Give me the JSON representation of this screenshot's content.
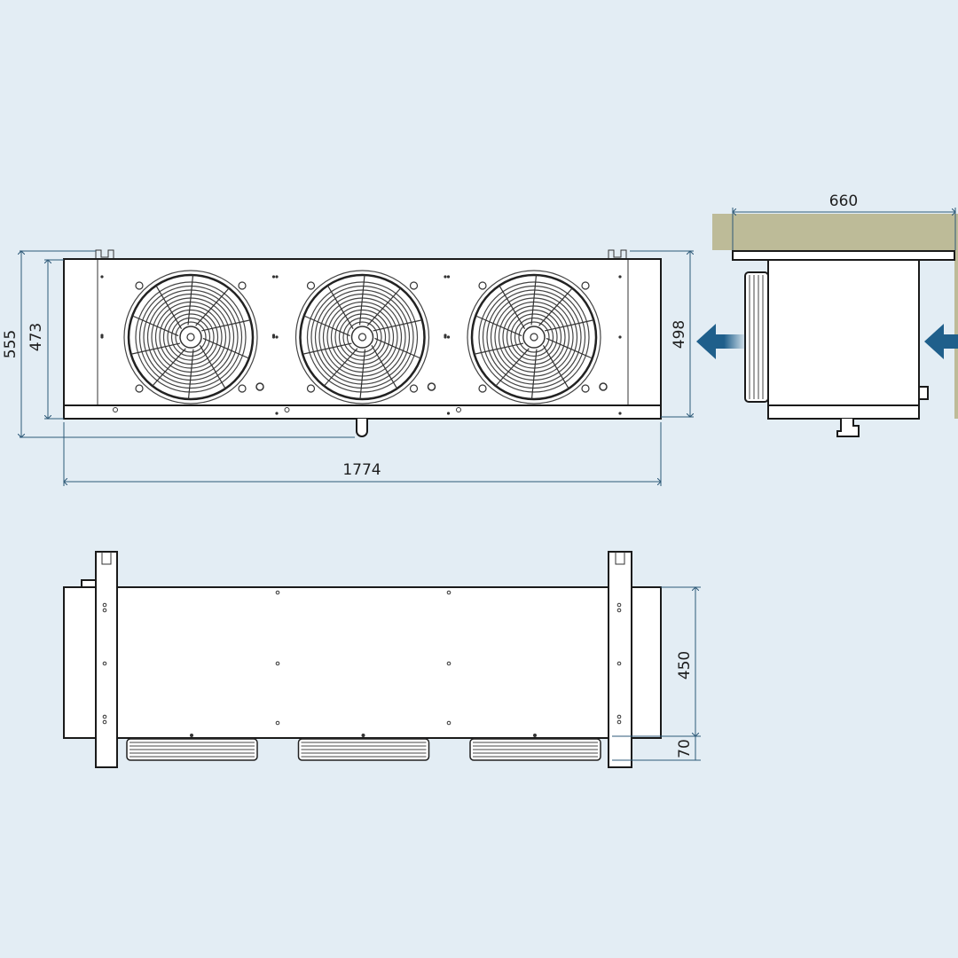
{
  "dimensions": {
    "height_total": "555",
    "height_body": "473",
    "height_side": "498",
    "length": "1774",
    "depth": "660",
    "bottom_depth": "450",
    "fan_protrusion": "70"
  },
  "colors": {
    "background": "#e3edf4",
    "dimension_line": "#2e5a78",
    "ceiling": "#bdbb98",
    "airflow_arrow": "#1f5f8b"
  },
  "fan_count": 3
}
